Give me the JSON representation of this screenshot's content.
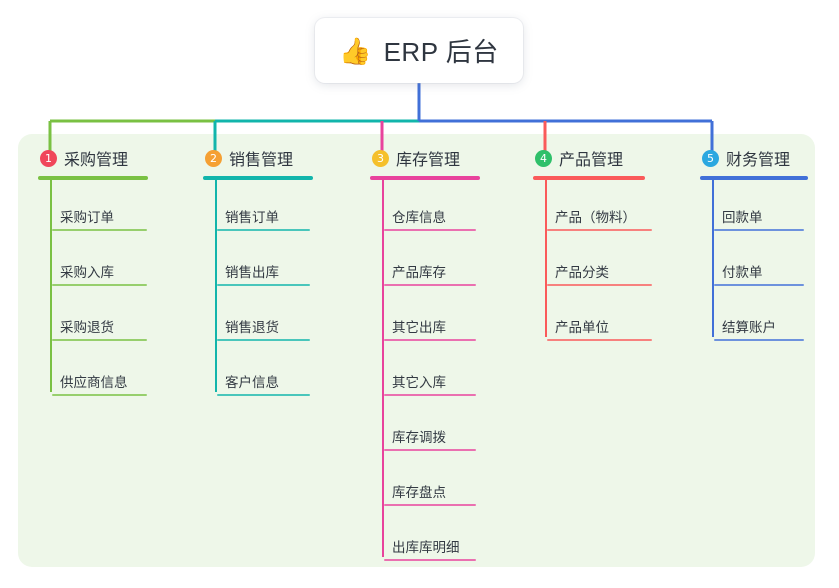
{
  "diagram": {
    "type": "mindmap",
    "root": {
      "emoji": "👍",
      "icon_name": "thumbs-up-emoji",
      "title": "ERP 后台"
    },
    "panel_color": "#eef7e9",
    "branches": [
      {
        "index": "1",
        "title": "采购管理",
        "color": "#7ac143",
        "badge_color": "#f0465a",
        "items": [
          "采购订单",
          "采购入库",
          "采购退货",
          "供应商信息"
        ]
      },
      {
        "index": "2",
        "title": "销售管理",
        "color": "#12b5ab",
        "badge_color": "#f5a033",
        "items": [
          "销售订单",
          "销售出库",
          "销售退货",
          "客户信息"
        ]
      },
      {
        "index": "3",
        "title": "库存管理",
        "color": "#e8439c",
        "badge_color": "#f5c02b",
        "items": [
          "仓库信息",
          "产品库存",
          "其它出库",
          "其它入库",
          "库存调拨",
          "库存盘点",
          "出库库明细"
        ]
      },
      {
        "index": "4",
        "title": "产品管理",
        "color": "#fa5a5a",
        "badge_color": "#2fc06a",
        "items": [
          "产品（物料）",
          "产品分类",
          "产品单位"
        ]
      },
      {
        "index": "5",
        "title": "财务管理",
        "color": "#4170d8",
        "badge_color": "#2ba8e0",
        "items": [
          "回款单",
          "付款单",
          "结算账户"
        ]
      }
    ]
  }
}
